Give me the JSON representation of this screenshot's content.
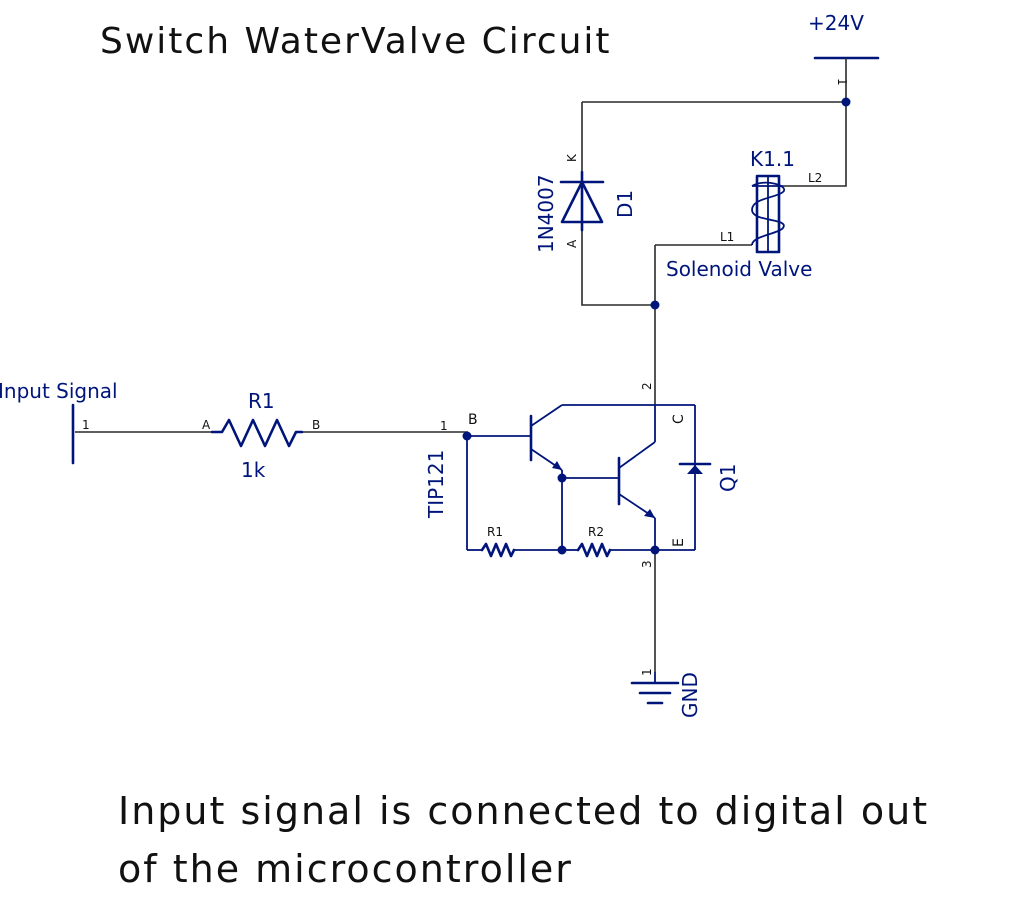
{
  "title": "Switch WaterValve Circuit",
  "note": {
    "line1": "Input signal is connected to digital out",
    "line2": "of the microcontroller"
  },
  "supply": {
    "label": "+24V",
    "pin": "1"
  },
  "ground": {
    "label": "GND",
    "pin": "1"
  },
  "input": {
    "label": "Input Signal",
    "pin": "1"
  },
  "resistor_r1": {
    "name": "R1",
    "value": "1k",
    "pin_a": "A",
    "pin_b": "B"
  },
  "diode_d1": {
    "part": "1N4007",
    "name": "D1",
    "pin_k": "K",
    "pin_a": "A"
  },
  "valve_k1": {
    "name": "K1.1",
    "description": "Solenoid Valve",
    "pin_l1": "L1",
    "pin_l2": "L2"
  },
  "transistor_q1": {
    "part": "TIP121",
    "name": "Q1",
    "pin_base_num": "1",
    "pin_collector_num": "2",
    "pin_emitter_num": "3",
    "base_label": "B",
    "collector_label": "C",
    "emitter_label": "E",
    "internal_r1": "R1",
    "internal_r2": "R2"
  }
}
